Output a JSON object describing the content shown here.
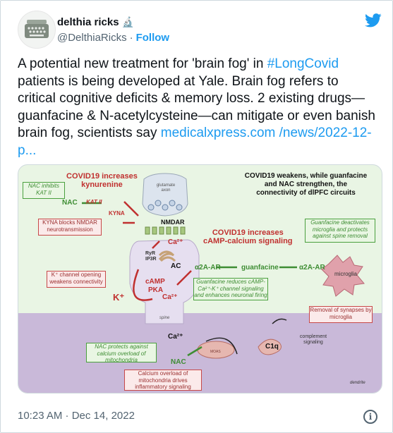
{
  "author": {
    "name": "delthia ricks",
    "name_emoji": "🔬",
    "handle": "@DelthiaRicks",
    "separator": "·",
    "follow_label": "Follow"
  },
  "tweet": {
    "text_part1": "A potential new treatment for 'brain fog' in ",
    "hashtag": "#LongCovid",
    "text_part2": " patients is being developed at Yale. Brain fog refers to critical cognitive deficits & memory loss. 2 existing drugs—guanfacine & N-acetylcysteine—can mitigate or even banish brain fog, scientists say ",
    "link_text": "medicalxpress.com /news/2022-12-p..."
  },
  "figure": {
    "title_left_line1": "COVID19 increases",
    "title_left_line2": "kynurenine",
    "title_right": "COVID19 weakens, while guanfacine and NAC strengthen, the connectivity of dlPFC circuits",
    "nac_inhibits": "NAC inhibits KAT II",
    "nac": "NAC",
    "kat2": "KAT II",
    "kyna": "KYNA",
    "glutamate_axon": "glutamate axon",
    "nmdar": "NMDAR",
    "kyna_blocks": "KYNA blocks NMDAR neurotransmission",
    "camp_signaling_line1": "COVID19 increases",
    "camp_signaling_line2": "cAMP-calcium signaling",
    "guanfacine_deactivates": "Guanfacine deactivates microglia and protects against spine removal",
    "ca2_top": "Ca²⁺",
    "ryr": "RyR",
    "ip3r": "IP3R",
    "ac": "AC",
    "a2a_ar_left": "α2A-AR",
    "guanfacine": "guanfacine",
    "a2a_ar_right": "α2A-AR",
    "microglia": "microglia",
    "k_channel": "K⁺ channel opening weakens connectivity",
    "camp": "cAMP",
    "pka": "PKA",
    "k_plus": "K⁺",
    "ca2_mid": "Ca²⁺",
    "guanfacine_reduces": "Guanfacine reduces cAMP-Ca²⁺-K⁺ channel signaling and enhances neuronal firing",
    "removal_synapses": "Removal of synapses by microglia",
    "spine": "spine",
    "ca2_bottom": "Ca²⁺",
    "complement_signaling": "complement signaling",
    "c1q": "C1q",
    "nac_protects": "NAC protects against calcium overload of mitochondria",
    "nac_bottom": "NAC",
    "mito_label": "MOAS",
    "calcium_overload": "Calcium overload of mitochondria drives inflammatory signaling",
    "dendrite": "dendrite"
  },
  "timestamp": "10:23 AM · Dec 14, 2022",
  "colors": {
    "twitter_blue": "#1d9bf0",
    "text": "#0f1419",
    "muted": "#536471",
    "figure_red": "#c0302f",
    "figure_green": "#3e8d33"
  },
  "icons": [
    "avatar-typewriter-icon",
    "microscope-icon",
    "twitter-bird-icon",
    "info-icon"
  ]
}
